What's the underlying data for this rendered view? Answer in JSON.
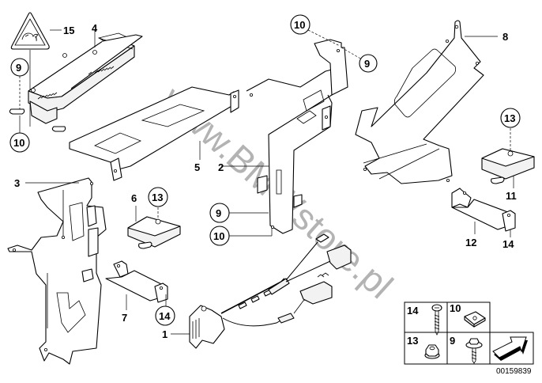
{
  "diagram": {
    "type": "exploded-parts-diagram",
    "reference_number": "00159839",
    "watermark": "www.BMWstore.pl",
    "callouts": [
      {
        "id": "c1",
        "label": "1",
        "circled": false
      },
      {
        "id": "c2",
        "label": "2",
        "circled": false
      },
      {
        "id": "c3",
        "label": "3",
        "circled": false
      },
      {
        "id": "c4",
        "label": "4",
        "circled": false
      },
      {
        "id": "c5",
        "label": "5",
        "circled": false
      },
      {
        "id": "c6",
        "label": "6",
        "circled": false
      },
      {
        "id": "c7",
        "label": "7",
        "circled": false
      },
      {
        "id": "c8",
        "label": "8",
        "circled": false
      },
      {
        "id": "c9a",
        "label": "9",
        "circled": true
      },
      {
        "id": "c9b",
        "label": "9",
        "circled": true
      },
      {
        "id": "c9c",
        "label": "9",
        "circled": true
      },
      {
        "id": "c10a",
        "label": "10",
        "circled": true
      },
      {
        "id": "c10b",
        "label": "10",
        "circled": true
      },
      {
        "id": "c10c",
        "label": "10",
        "circled": true
      },
      {
        "id": "c11",
        "label": "11",
        "circled": false
      },
      {
        "id": "c12",
        "label": "12",
        "circled": false
      },
      {
        "id": "c13a",
        "label": "13",
        "circled": true
      },
      {
        "id": "c13b",
        "label": "13",
        "circled": true
      },
      {
        "id": "c14a",
        "label": "14",
        "circled": true
      },
      {
        "id": "c14b",
        "label": "14",
        "circled": false
      },
      {
        "id": "c15",
        "label": "15",
        "circled": false
      }
    ],
    "parts": [
      {
        "number": "1",
        "depiction": "wiring-harness-with-connectors"
      },
      {
        "number": "2",
        "depiction": "mounting-bracket-center"
      },
      {
        "number": "3",
        "depiction": "mounting-bracket-left"
      },
      {
        "number": "4",
        "depiction": "control-module"
      },
      {
        "number": "5",
        "depiction": "module-carrier-tray"
      },
      {
        "number": "6",
        "depiction": "small-control-unit"
      },
      {
        "number": "7",
        "depiction": "small-bracket"
      },
      {
        "number": "8",
        "depiction": "large-holder-plate"
      },
      {
        "number": "9",
        "depiction": "hex-bolt-with-washer"
      },
      {
        "number": "10",
        "depiction": "clip-nut"
      },
      {
        "number": "11",
        "depiction": "small-control-unit"
      },
      {
        "number": "12",
        "depiction": "small-bracket"
      },
      {
        "number": "13",
        "depiction": "hex-nut"
      },
      {
        "number": "14",
        "depiction": "screw"
      },
      {
        "number": "15",
        "depiction": "warning-label-triangle"
      }
    ],
    "hardware_legend": [
      {
        "label": "14",
        "icon": "screw-icon"
      },
      {
        "label": "10",
        "icon": "clip-nut-icon"
      },
      {
        "label": "13",
        "icon": "hex-nut-icon"
      },
      {
        "label": "9",
        "icon": "hex-bolt-icon"
      },
      {
        "label": "",
        "icon": "direction-arrow-icon"
      }
    ]
  }
}
